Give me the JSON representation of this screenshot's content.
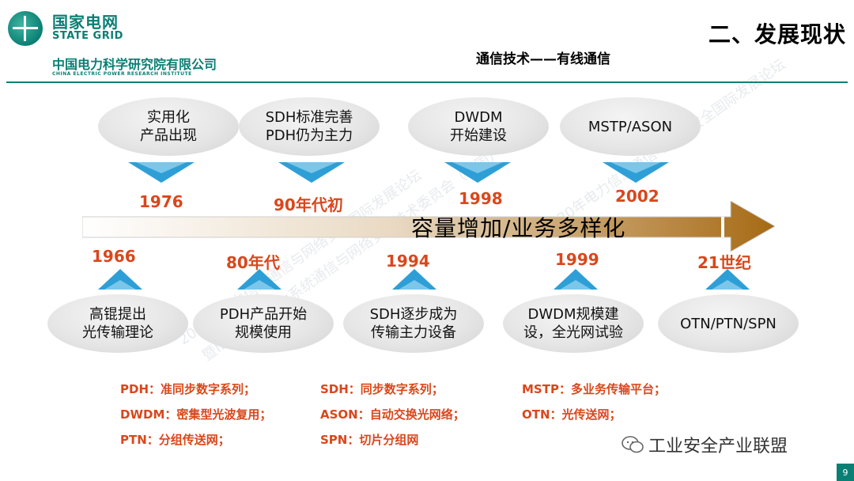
{
  "header": {
    "org_cn": "国家电网",
    "org_en": "STATE GRID",
    "institute_cn": "中国电力科学研究院有限公司",
    "institute_en": "CHINA ELECTRIC POWER RESEARCH INSTITUTE",
    "section_title": "二、发展现状",
    "subtitle": "通信技术——有线通信",
    "brand_color": "#0a7f73"
  },
  "timeline": {
    "label": "容量增加/业务多样化",
    "top_events": [
      {
        "text": "实用化\n产品出现",
        "year": "1976"
      },
      {
        "text": "SDH标准完善\nPDH仍为主力",
        "year": "90年代初"
      },
      {
        "text": "DWDM\n开始建设",
        "year": "1998"
      },
      {
        "text": "MSTP/ASON",
        "year": "2002"
      }
    ],
    "bottom_events": [
      {
        "text": "高锟提出\n光传输理论",
        "year": "1966"
      },
      {
        "text": "PDH产品开始\n规模使用",
        "year": "80年代"
      },
      {
        "text": "SDH逐步成为\n传输主力设备",
        "year": "1994"
      },
      {
        "text": "DWDM规模建\n设，全光网试验",
        "year": "1999"
      },
      {
        "text": "OTN/PTN/SPN",
        "year": "21世纪"
      }
    ],
    "year_color": "#d9471c"
  },
  "legend": {
    "col1": [
      "PDH：准同步数字系列；",
      "DWDM：密集型光波复用；",
      "PTN：分组传送网；"
    ],
    "col2": [
      "SDH：同步数字系列；",
      "ASON：自动交换光网络；",
      "SPN：切片分组网"
    ],
    "col3": [
      "MSTP：多业务传输平台；",
      "OTN：光传送网；"
    ]
  },
  "footer": {
    "brand": "工业安全产业联盟",
    "brand_icon": "wechat-icon",
    "page_number": "9"
  },
  "watermark": {
    "line1": "2020年电力信息通信与网络安全国际发展论坛",
    "line2": "暨IEEE PES电力系统通信与网络安全技术委员会（中国）成立大会"
  }
}
